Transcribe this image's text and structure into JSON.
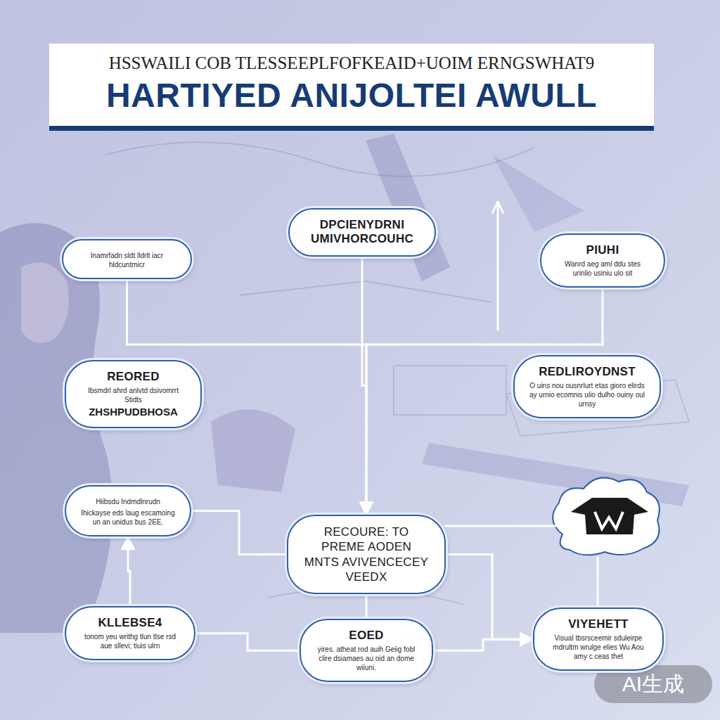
{
  "diagram": {
    "title": "HARTIYED ANIJOLTEI AWULL",
    "nodes": [
      {
        "text": [
          "DPCIENYDRNI UMIVHORCOUHC"
        ]
      },
      {
        "text": [
          "Inamrfadn sldt lldrlt iacr hldcuntmicr"
        ]
      },
      {
        "text": [
          "PIUHI",
          "Wanrd aeg aml ddu stes urinlio usiniu ulo sit"
        ]
      },
      {
        "text": [
          "REORED",
          "Ibsmdrl ahrd anlvtd dsivomrrt Stidts",
          "ZHSHPUDBHOSA"
        ]
      },
      {
        "text": [
          "REDLIROYDNST",
          "O uins nou ousnrlurt etas gioro elirds ay urnio ecomnis ulio dulho ouiny oul urnsy"
        ]
      },
      {
        "text": [
          "Hiibsdu Indmdlnrudn",
          "Ihickayse eds laug escamoing un an unidus bus 2EE."
        ]
      },
      {
        "text": [
          "RECOURE: TO PREME AODEN MNTS AVIVENCECEY VEEDX"
        ]
      },
      {
        "text": [
          "KLLEBSE4",
          "tonom yeu writhg tlun tlse rsd aue sllevi; tiuis ulrn"
        ]
      },
      {
        "text": [
          "EOED",
          "yires. atheat rod auih Geiig fobl clire dsiamaes au oid an dome wiiuni."
        ]
      },
      {
        "text": [
          "VIYEHETT",
          "Visual tbsrsceemir sduleirpe mdrultm wrulge elies Wu Aou amy c ceas thet"
        ]
      }
    ],
    "edges": [
      {
        "from": 0,
        "to": 6,
        "arrow": "none"
      },
      {
        "from": 1,
        "to": 6,
        "arrow": "to"
      },
      {
        "from": 2,
        "to": 6,
        "arrow": "to"
      },
      {
        "from": 5,
        "to": 6,
        "arrow": "none"
      },
      {
        "from": 7,
        "to": 5,
        "arrow": "to"
      },
      {
        "from": 6,
        "to": 8,
        "arrow": "none"
      },
      {
        "from": 7,
        "to": 8,
        "arrow": "none"
      },
      {
        "from": 8,
        "to": 9,
        "arrow": "none"
      },
      {
        "from": 6,
        "to": 9,
        "arrow": "to"
      }
    ],
    "labels": [
      "HSSWAILI COB TLESSEEPLFOFKEAID+UOIM ERNGSWHAT9",
      "AI生成"
    ]
  }
}
